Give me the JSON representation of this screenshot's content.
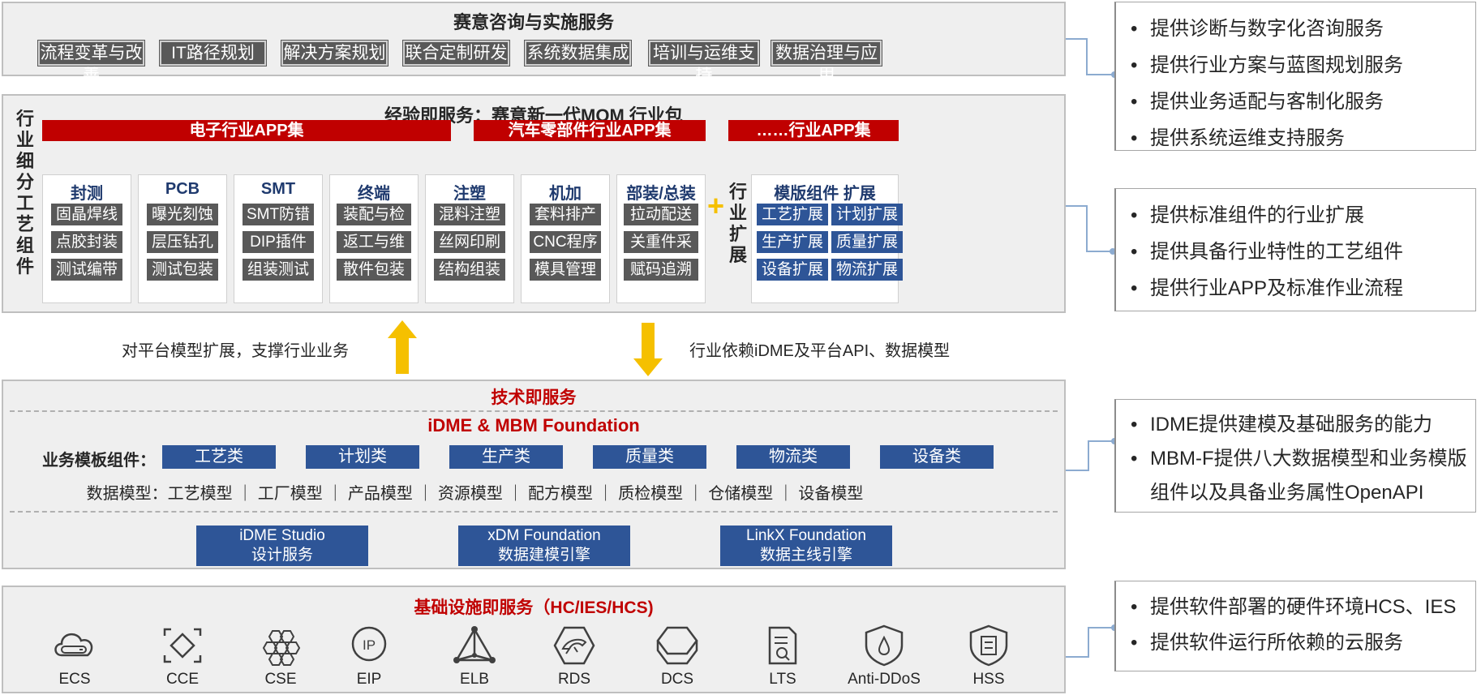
{
  "consulting": {
    "title": "赛意咨询与实施服务",
    "items": [
      "流程变革与改善",
      "IT路径规划",
      "解决方案规划",
      "联合定制研发",
      "系统数据集成",
      "培训与运维支持",
      "数据治理与应用"
    ]
  },
  "package": {
    "title": "经验即服务：赛意新一代MOM 行业包",
    "left_label": [
      "行",
      "业",
      "细",
      "分",
      "工",
      "艺",
      "组",
      "件"
    ],
    "bars": [
      "电子行业APP集",
      "汽车零部件行业APP集",
      "……行业APP集"
    ],
    "cards": [
      {
        "title": "封测",
        "items": [
          "固晶焊线",
          "点胶封装",
          "测试编带"
        ]
      },
      {
        "title": "PCB",
        "items": [
          "曝光刻蚀",
          "层压钻孔",
          "测试包装"
        ]
      },
      {
        "title": "SMT",
        "items": [
          "SMT防错",
          "DIP插件",
          "组装测试"
        ]
      },
      {
        "title": "终端",
        "items": [
          "装配与检测",
          "返工与维修",
          "散件包装"
        ]
      },
      {
        "title": "注塑",
        "items": [
          "混料注塑",
          "丝网印刷",
          "结构组装"
        ]
      },
      {
        "title": "机加",
        "items": [
          "套料排产",
          "CNC程序",
          "模具管理"
        ]
      },
      {
        "title": "部装/总装",
        "items": [
          "拉动配送",
          "关重件采集",
          "赋码追溯"
        ]
      }
    ],
    "plus": "+",
    "ext_label": [
      "行",
      "业",
      "扩",
      "展"
    ],
    "ext_card": {
      "title": "模版组件 扩展",
      "items": [
        "工艺扩展",
        "计划扩展",
        "生产扩展",
        "质量扩展",
        "设备扩展",
        "物流扩展"
      ]
    }
  },
  "arrows": {
    "up_text": "对平台模型扩展，支撑行业业务",
    "down_text": "行业依赖iDME及平台API、数据模型",
    "color": "#f5c000"
  },
  "tech": {
    "title": "技术即服务",
    "foundation": "iDME & MBM Foundation",
    "template_label": "业务模板组件：",
    "templates": [
      "工艺类",
      "计划类",
      "生产类",
      "质量类",
      "物流类",
      "设备类"
    ],
    "model_row": "数据模型：工艺模型 ｜ 工厂模型 ｜ 产品模型 ｜ 资源模型 ｜ 配方模型 ｜ 质检模型 ｜ 仓储模型 ｜ 设备模型",
    "services": [
      {
        "line1": "iDME Studio",
        "line2": "设计服务"
      },
      {
        "line1": "xDM Foundation",
        "line2": "数据建模引擎"
      },
      {
        "line1": "LinkX Foundation",
        "line2": "数据主线引擎"
      }
    ]
  },
  "infra": {
    "title": "基础设施即服务（HC/IES/HCS)",
    "services": [
      {
        "label": "ECS",
        "icon": "ecs-icon"
      },
      {
        "label": "CCE",
        "icon": "cce-icon"
      },
      {
        "label": "CSE",
        "icon": "cse-icon"
      },
      {
        "label": "EIP",
        "icon": "eip-icon"
      },
      {
        "label": "ELB",
        "icon": "elb-icon"
      },
      {
        "label": "RDS",
        "icon": "rds-icon"
      },
      {
        "label": "DCS",
        "icon": "dcs-icon"
      },
      {
        "label": "LTS",
        "icon": "lts-icon"
      },
      {
        "label": "Anti-DDoS",
        "icon": "anti-ddos-icon"
      },
      {
        "label": "HSS",
        "icon": "hss-icon"
      }
    ]
  },
  "notes": [
    {
      "bullet": "•",
      "items": [
        "提供诊断与数字化咨询服务",
        "提供行业方案与蓝图规划服务",
        "提供业务适配与客制化服务",
        "提供系统运维支持服务"
      ]
    },
    {
      "bullet": "•",
      "items": [
        "提供标准组件的行业扩展",
        "提供具备行业特性的工艺组件",
        "提供行业APP及标准作业流程"
      ]
    },
    {
      "bullet": "•",
      "items": [
        "IDME提供建模及基础服务的能力",
        "MBM-F提供八大数据模型和业务模版组件以及具备业务属性OpenAPI"
      ]
    },
    {
      "bullet": "•",
      "items": [
        "提供软件部署的硬件环境HCS、IES",
        "提供软件运行所依赖的云服务"
      ]
    }
  ],
  "colors": {
    "red": "#c00000",
    "blue": "#2e5597",
    "dark_gray": "#595959",
    "panel_bg": "#efefef",
    "yellow": "#f5c000"
  }
}
